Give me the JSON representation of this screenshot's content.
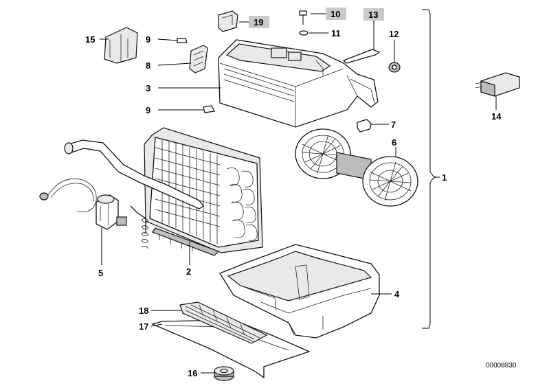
{
  "labels": {
    "l1": "1",
    "l2": "2",
    "l3": "3",
    "l4": "4",
    "l5": "5",
    "l6": "6",
    "l7": "7",
    "l8": "8",
    "l9a": "9",
    "l9b": "9",
    "l10": "10",
    "l11": "11",
    "l12": "12",
    "l13": "13",
    "l14": "14",
    "l15": "15",
    "l16": "16",
    "l17": "17",
    "l18": "18",
    "l19": "19"
  },
  "highlighted_labels": [
    "10",
    "13",
    "19"
  ],
  "highlight_color": "#c9c9c9",
  "reference_number": "00008830"
}
